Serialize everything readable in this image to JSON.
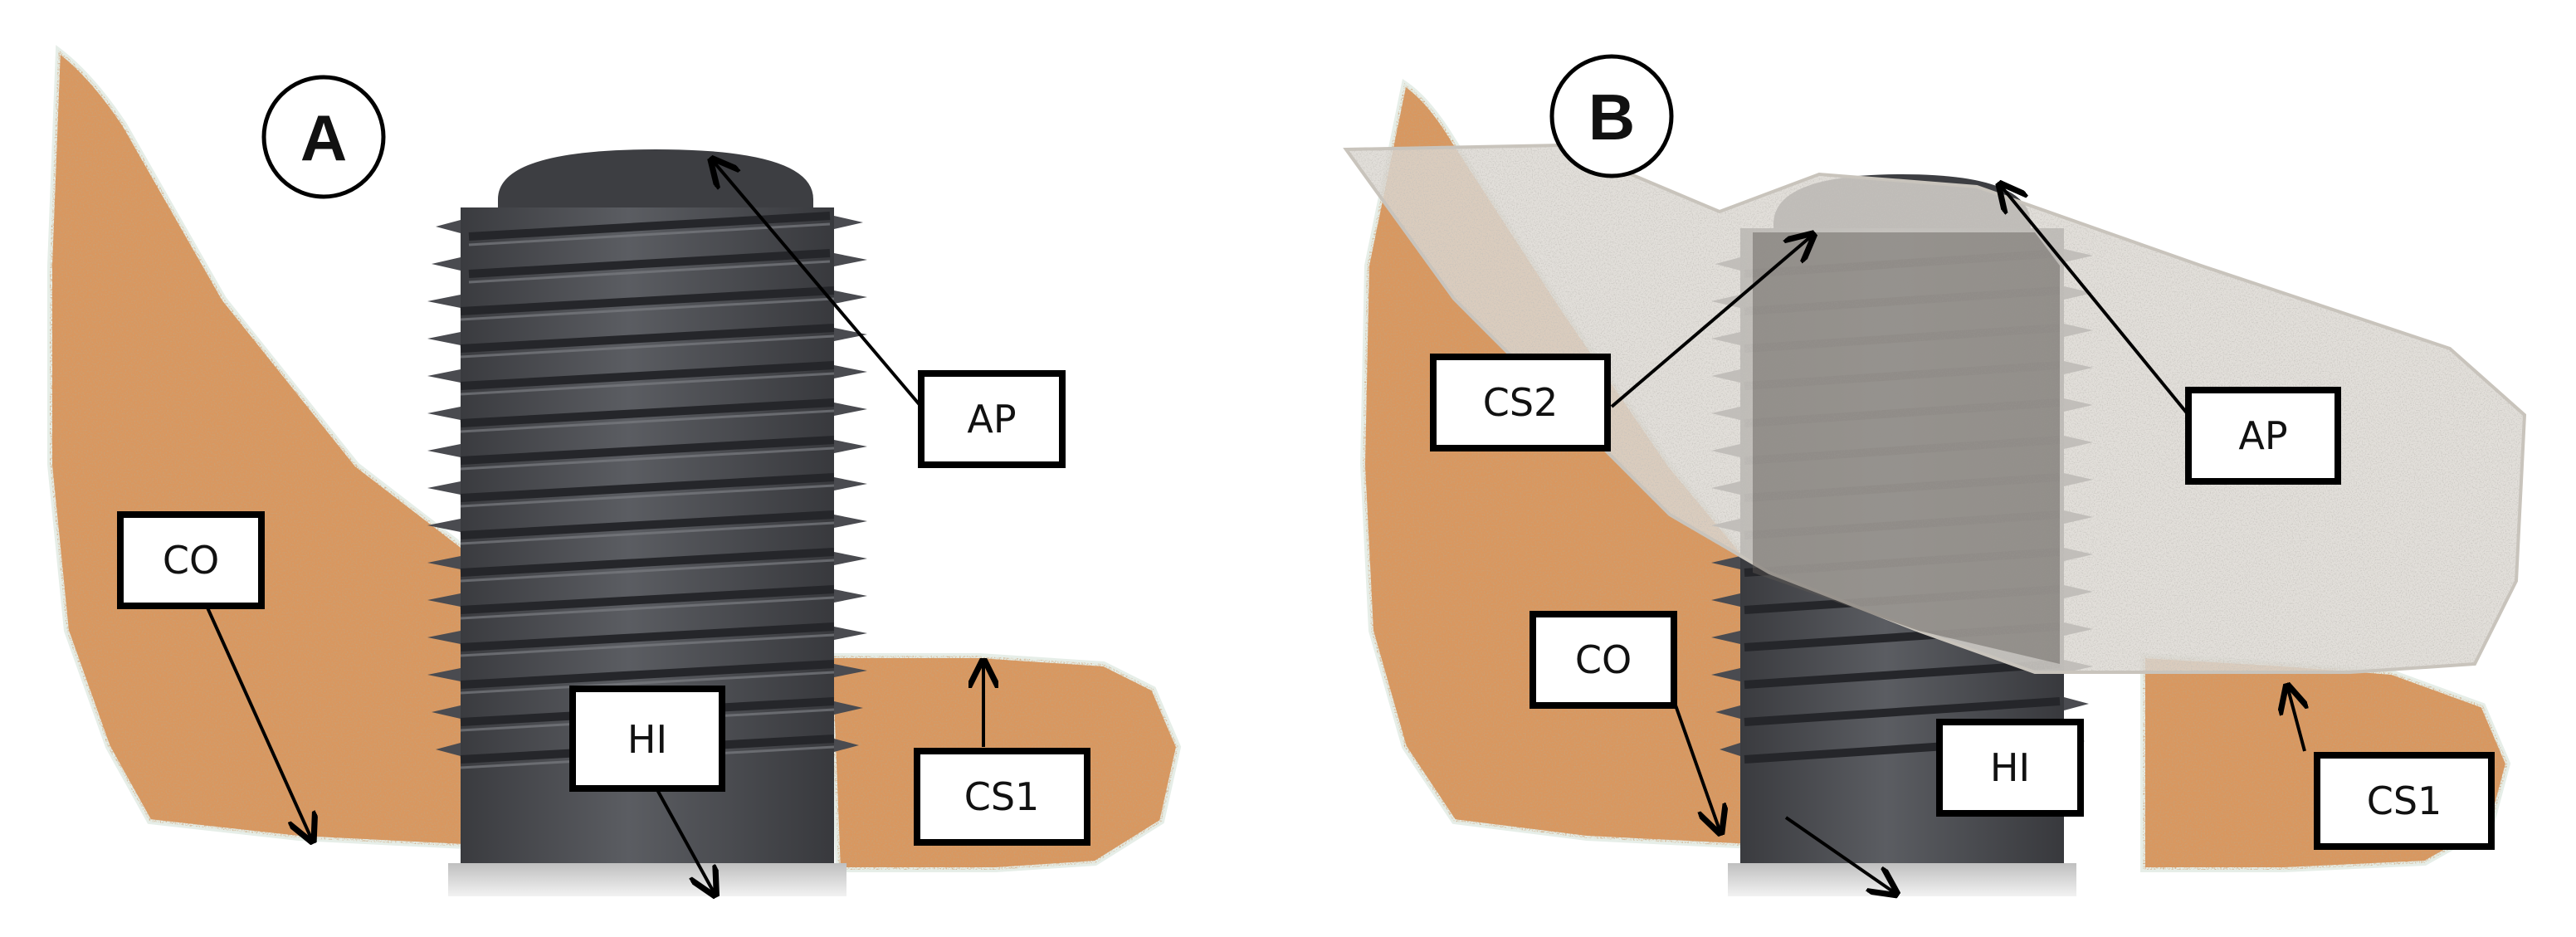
{
  "colors": {
    "bone": "#d9975f",
    "bone_dark": "#9a5a2c",
    "bone_edge": "#e6eee8",
    "implant": "#4d4f53",
    "implant_dark": "#2c2d30",
    "implant_light": "#6c6e73",
    "collar": "#dcdcdc",
    "graft": "#dcd8d2",
    "label_border": "#000000",
    "arrow": "#000000"
  },
  "panel_a": {
    "letter": "A",
    "labels": {
      "ap": "AP",
      "co": "CO",
      "hi": "HI",
      "cs1": "CS1"
    }
  },
  "panel_b": {
    "letter": "B",
    "labels": {
      "cs2": "CS2",
      "ap": "AP",
      "co": "CO",
      "hi": "HI",
      "cs1": "CS1"
    }
  }
}
